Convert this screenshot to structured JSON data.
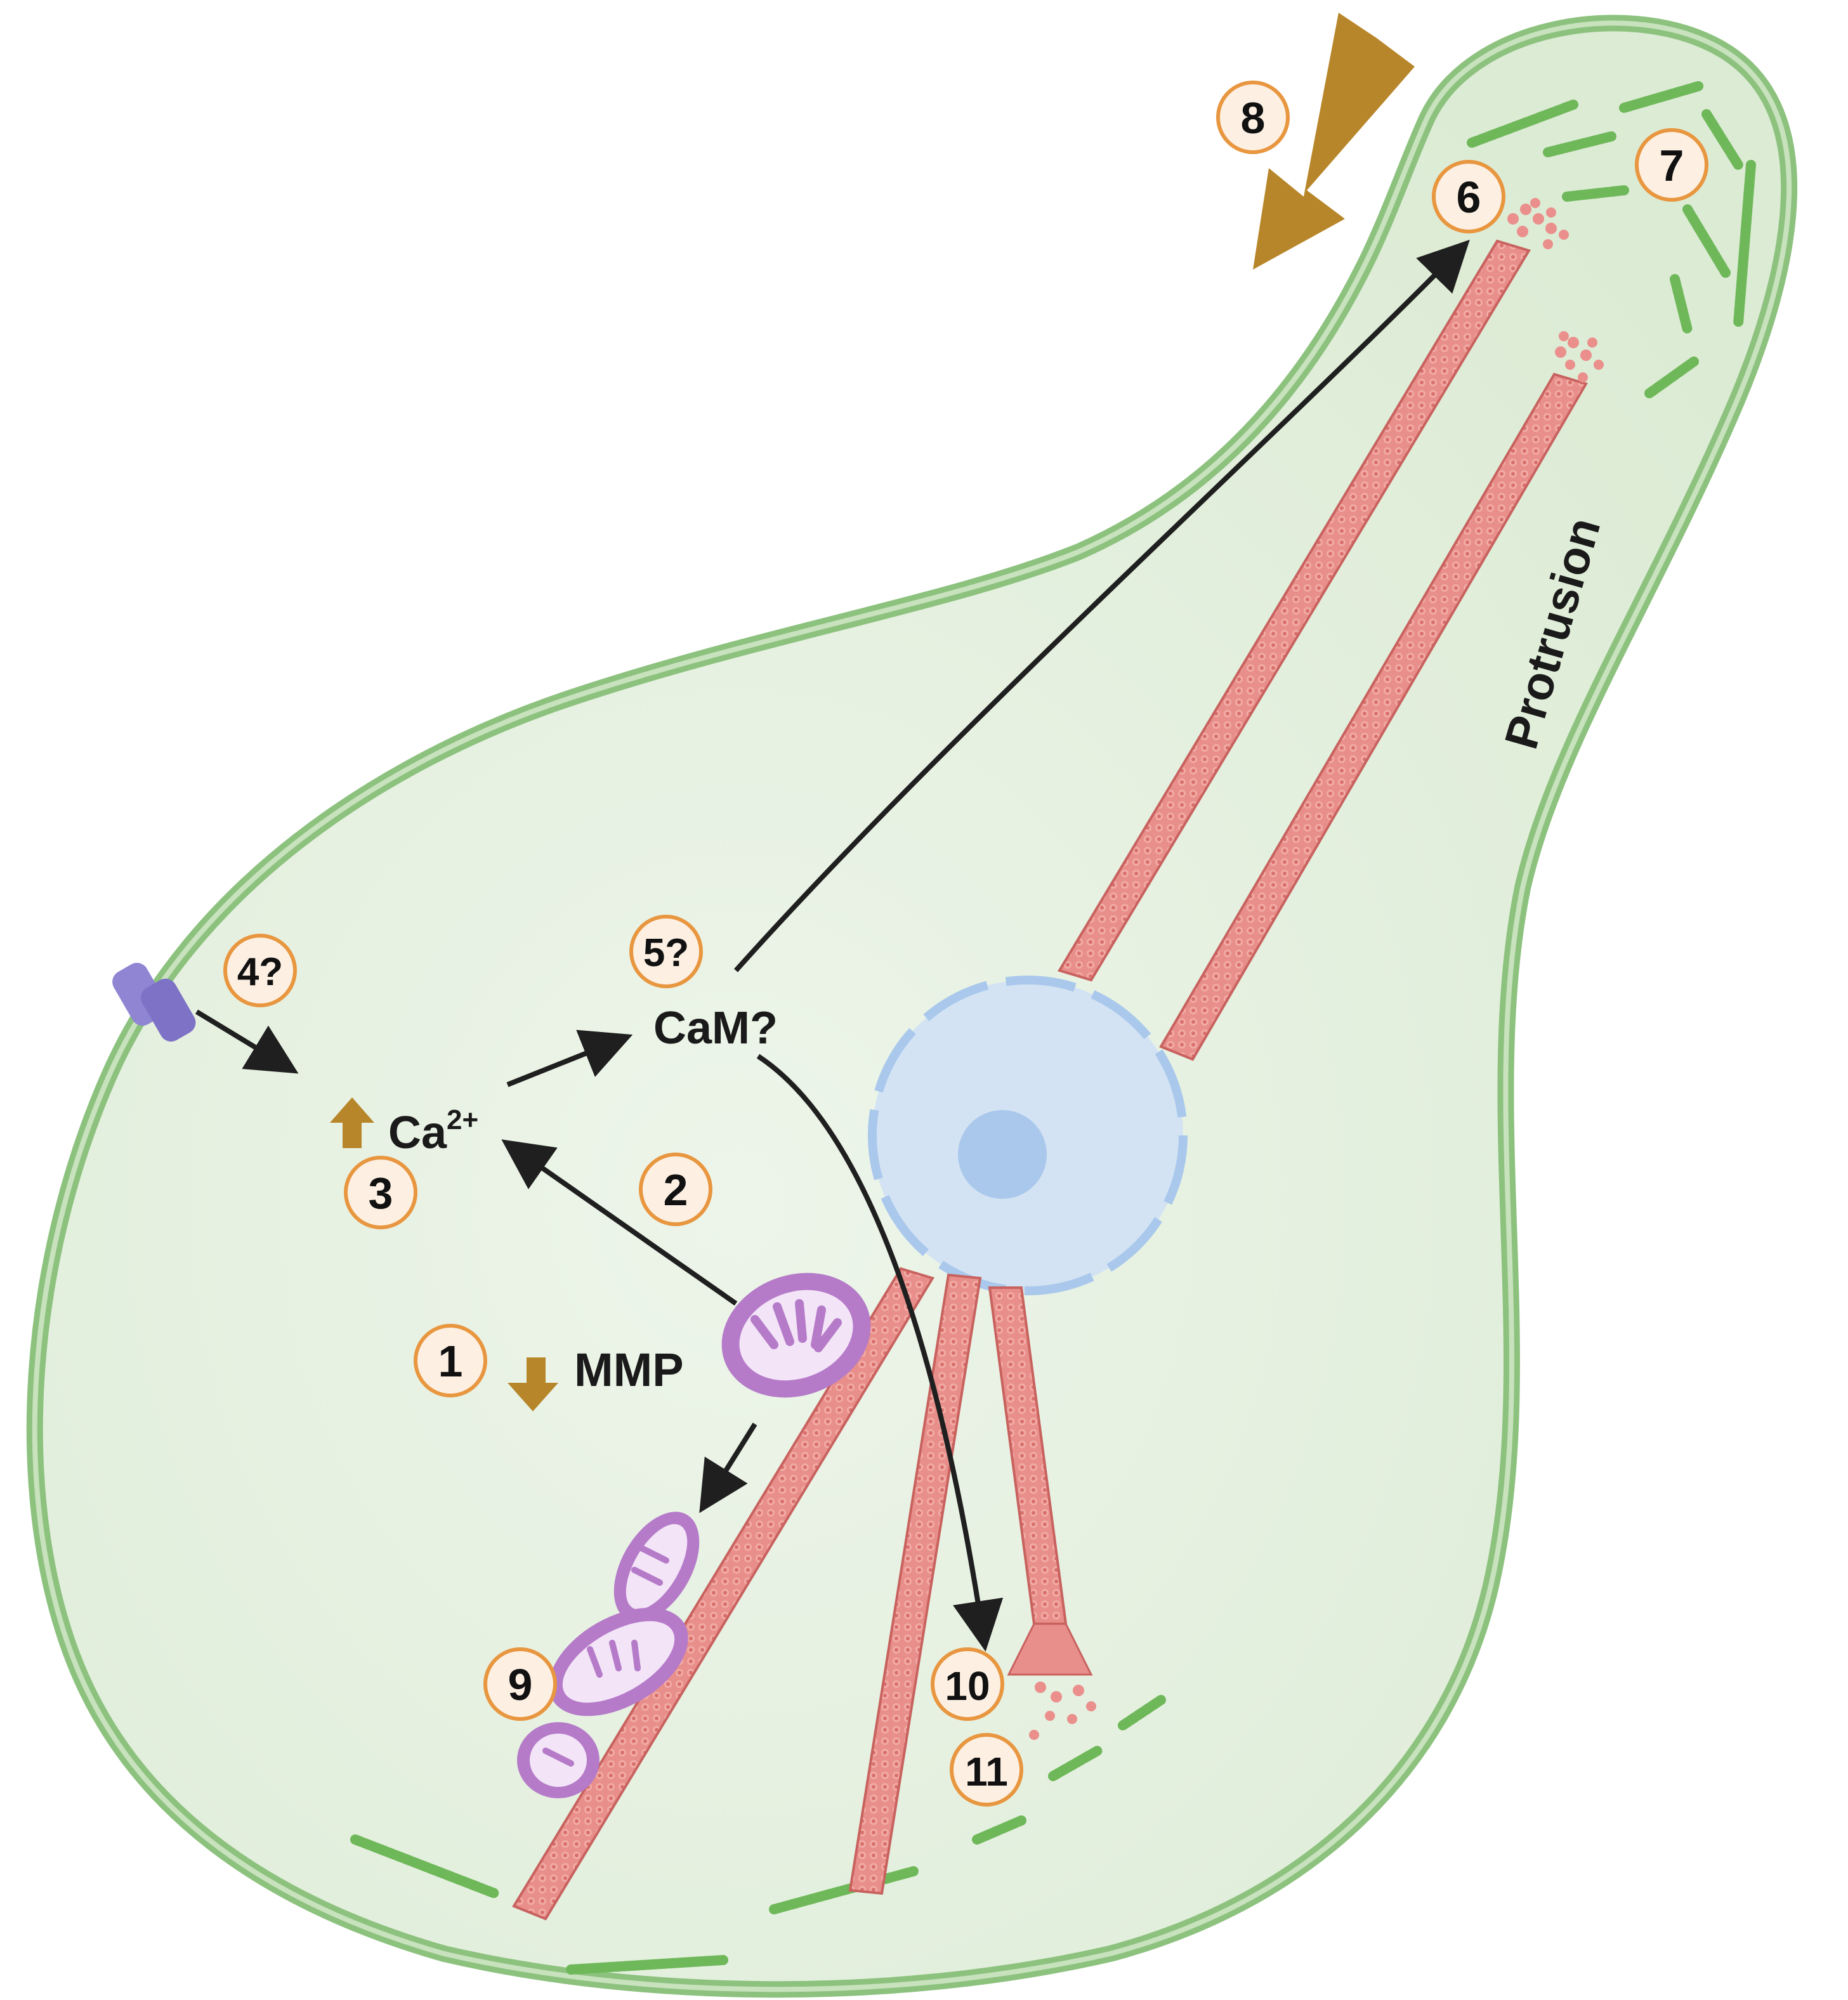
{
  "labels": {
    "mmp": "MMP",
    "calcium_base": "Ca",
    "calcium_charge": "2+",
    "calmodulin": "CaM?",
    "protrusion": "Protrusion"
  },
  "badges": {
    "b1": "1",
    "b2": "2",
    "b3": "3",
    "b4": "4?",
    "b5": "5?",
    "b6": "6",
    "b7": "7",
    "b8": "8",
    "b9": "9",
    "b10": "10",
    "b11": "11"
  },
  "colors": {
    "cell_fill": "#e4efdd",
    "membrane": "#8cc27e",
    "microtubule": "#e07a77",
    "actin": "#6fb85a",
    "mitochondria": "#b57bc9",
    "nucleus": "#d3e3f3",
    "nucleolus": "#a9c8ec",
    "channel": "#8f85d3",
    "up_down_arrow": "#b8862a",
    "badge_fill": "#fdf0e3",
    "badge_stroke": "#e8963f"
  },
  "icons": {
    "ion_channel": "ion-channel-icon",
    "mitochondrion": "mitochondrion-icon",
    "nucleus": "nucleus-icon",
    "force_arrow": "force-arrow-icon",
    "increase": "up-arrow-icon",
    "decrease": "down-arrow-icon"
  }
}
